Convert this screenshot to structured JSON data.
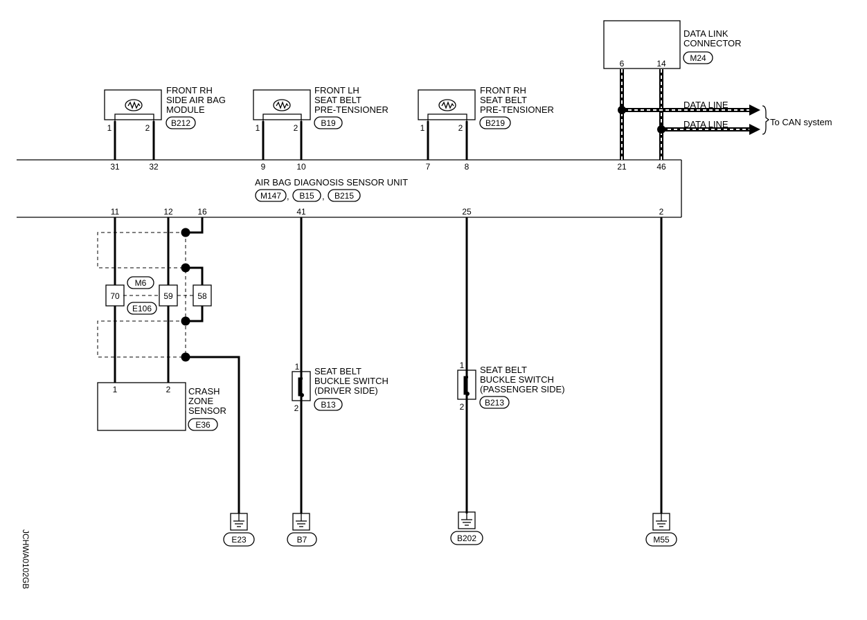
{
  "components": {
    "side_airbag": {
      "name_lines": [
        "FRONT RH",
        "SIDE AIR BAG",
        "MODULE"
      ],
      "connector": "B212",
      "pins": [
        "1",
        "2"
      ]
    },
    "lh_pretensioner": {
      "name_lines": [
        "FRONT LH",
        "SEAT BELT",
        "PRE-TENSIONER"
      ],
      "connector": "B19",
      "pins": [
        "1",
        "2"
      ]
    },
    "rh_pretensioner": {
      "name_lines": [
        "FRONT RH",
        "SEAT BELT",
        "PRE-TENSIONER"
      ],
      "connector": "B219",
      "pins": [
        "1",
        "2"
      ]
    },
    "data_link": {
      "name_lines": [
        "DATA LINK",
        "CONNECTOR"
      ],
      "connector": "M24",
      "pins": [
        "6",
        "14"
      ]
    },
    "sensor_unit": {
      "name": "AIR BAG DIAGNOSIS SENSOR UNIT",
      "connectors": [
        "M147",
        "B15",
        "B215"
      ],
      "separators": [
        ",",
        ","
      ],
      "top_pins": [
        "31",
        "32",
        "9",
        "10",
        "7",
        "8",
        "21",
        "46"
      ],
      "bottom_pins": [
        "11",
        "12",
        "16",
        "41",
        "25",
        "2"
      ]
    },
    "crash_zone": {
      "name_lines": [
        "CRASH",
        "ZONE",
        "SENSOR"
      ],
      "connector": "E36",
      "pins": [
        "1",
        "2"
      ]
    },
    "driver_buckle": {
      "name_lines": [
        "SEAT BELT",
        "BUCKLE SWITCH",
        "(DRIVER SIDE)"
      ],
      "connector": "B13",
      "pins": [
        "1",
        "2"
      ]
    },
    "passenger_buckle": {
      "name_lines": [
        "SEAT BELT",
        "BUCKLE SWITCH",
        "(PASSENGER SIDE)"
      ],
      "connector": "B213",
      "pins": [
        "1",
        "2"
      ]
    },
    "harness": {
      "top_connector": "M6",
      "bottom_connector": "E106",
      "pins": [
        "70",
        "59",
        "58"
      ]
    }
  },
  "data_lines": {
    "labels": [
      "DATA LINE",
      "DATA LINE"
    ],
    "destination": "To CAN system"
  },
  "grounds": [
    "E23",
    "B7",
    "B202",
    "M55"
  ],
  "figure_id": "JCHWA0102GB"
}
